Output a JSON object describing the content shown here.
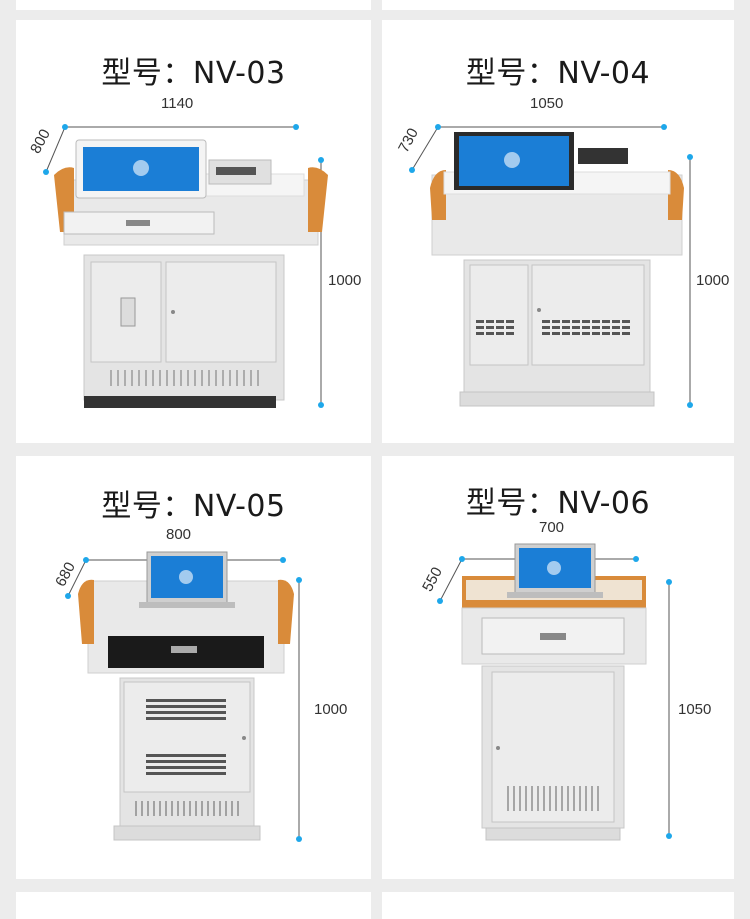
{
  "colors": {
    "background": "#ececec",
    "card": "#ffffff",
    "dim_dot": "#1ea7ea",
    "wood": "#d98b3a",
    "cabinet": "#e4e4e4"
  },
  "products": [
    {
      "title": "型号：NV-03",
      "width": "1140",
      "depth": "800",
      "height": "1000"
    },
    {
      "title": "型号：NV-04",
      "width": "1050",
      "depth": "730",
      "height": "1000"
    },
    {
      "title": "型号：NV-05",
      "width": "800",
      "depth": "680",
      "height": "1000"
    },
    {
      "title": "型号：NV-06",
      "width": "700",
      "depth": "550",
      "height": "1050"
    }
  ]
}
